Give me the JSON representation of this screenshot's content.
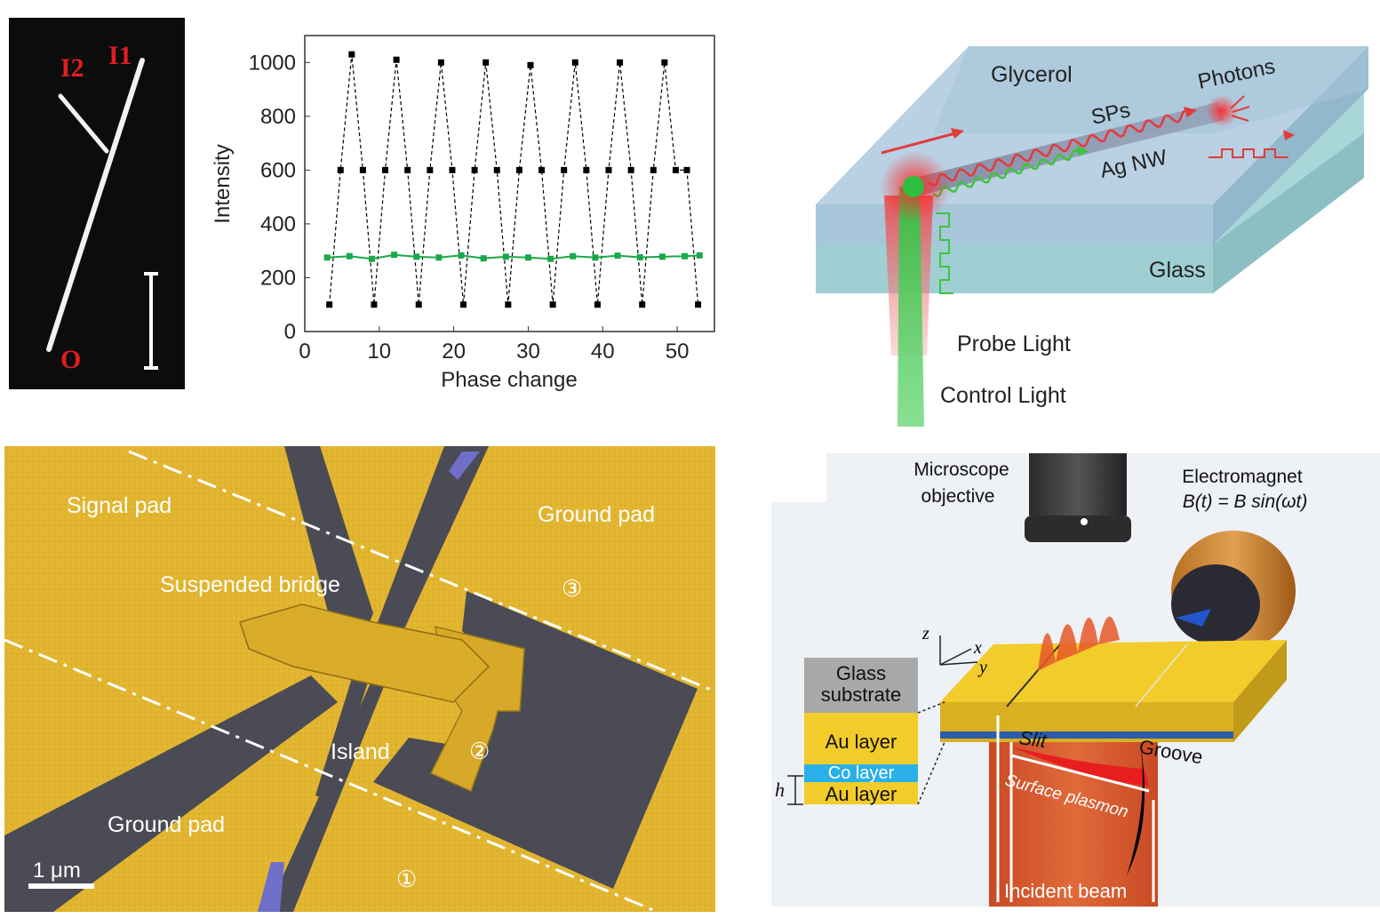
{
  "panel_a": {
    "micro_labels": {
      "i2": "I2",
      "i1": "I1",
      "o": "O"
    },
    "chart_data": {
      "type": "line",
      "xlabel": "Phase change",
      "ylabel": "Intensity",
      "xlim": [
        0,
        55
      ],
      "ylim": [
        0,
        1100
      ],
      "xticks": [
        0,
        10,
        20,
        30,
        40,
        50
      ],
      "yticks": [
        0,
        200,
        400,
        600,
        800,
        1000
      ],
      "grid": false,
      "series": [
        {
          "color": "#000000",
          "marker": "square",
          "style": "dashed",
          "x": [
            3.3,
            4.8,
            6.3,
            7.8,
            9.3,
            10.8,
            12.3,
            13.8,
            15.3,
            16.8,
            18.3,
            19.8,
            21.3,
            22.8,
            24.3,
            25.8,
            27.3,
            28.8,
            30.3,
            31.8,
            33.3,
            34.8,
            36.3,
            37.8,
            39.3,
            40.8,
            42.3,
            43.8,
            45.3,
            46.8,
            48.3,
            49.8,
            51.3,
            52.8
          ],
          "y": [
            100,
            600,
            1030,
            600,
            100,
            600,
            1010,
            600,
            100,
            600,
            1000,
            600,
            100,
            600,
            1000,
            600,
            100,
            600,
            990,
            600,
            100,
            600,
            1000,
            600,
            100,
            600,
            1000,
            600,
            100,
            600,
            1000,
            600,
            600,
            100
          ]
        },
        {
          "color": "#1aa84a",
          "marker": "square",
          "style": "solid",
          "x": [
            3,
            6,
            9,
            12,
            15,
            18,
            21,
            24,
            27,
            30,
            33,
            36,
            39,
            42,
            45,
            48,
            51,
            53
          ],
          "y": [
            275,
            280,
            270,
            285,
            278,
            275,
            283,
            272,
            278,
            275,
            270,
            280,
            275,
            282,
            276,
            278,
            280,
            283
          ]
        }
      ]
    }
  },
  "panel_b": {
    "labels": {
      "glycerol": "Glycerol",
      "photons": "Photons",
      "sps": "SPs",
      "ag_nw": "Ag NW",
      "glass": "Glass",
      "probe": "Probe Light",
      "control": "Control Light"
    },
    "colors": {
      "glycerol": "#a7c9dc",
      "glass": "#9ecfd2",
      "probe": "#e8383a",
      "control": "#2fbf3f"
    }
  },
  "panel_c": {
    "labels": {
      "signal_pad": "Signal pad",
      "ground_pad_top": "Ground pad",
      "suspended_bridge": "Suspended bridge",
      "island": "Island",
      "ground_pad_bottom": "Ground pad",
      "num1": "①",
      "num2": "②",
      "num3": "③",
      "scale": "1 μm"
    },
    "colors": {
      "gold": "#e2b530",
      "gap": "#4a4b55",
      "blue": "#6f6fc9"
    }
  },
  "panel_d": {
    "labels": {
      "microscope_l1": "Microscope",
      "microscope_l2": "objective",
      "electromagnet": "Electromagnet",
      "b_field": "B(t) = B sin(ωt)",
      "glass_l1": "Glass",
      "glass_l2": "substrate",
      "au_top": "Au layer",
      "co": "Co layer",
      "au_bottom": "Au layer",
      "h": "h",
      "slit": "Slit",
      "groove": "Groove",
      "surface_plasmon": "Surface plasmon",
      "incident_beam": "Incident beam",
      "axis_z": "z",
      "axis_x": "x",
      "axis_y": "y"
    },
    "colors": {
      "glass": "#a9a9a9",
      "au": "#f2cc2a",
      "co": "#2ab0e8",
      "beam": "#d95c2e"
    }
  }
}
